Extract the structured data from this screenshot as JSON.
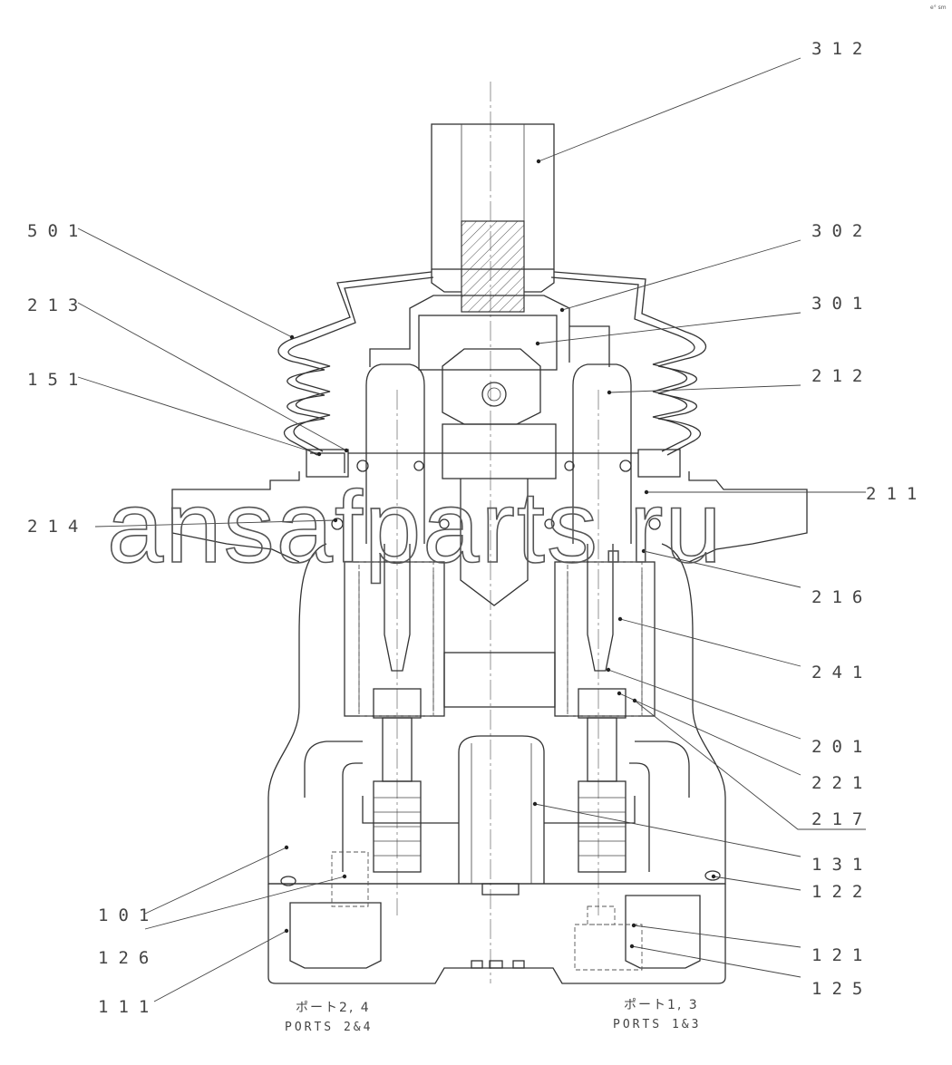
{
  "corner_mark": "e° sm",
  "watermark": "ansafparts.ru",
  "part_labels": {
    "p312": "312",
    "p302": "302",
    "p301": "301",
    "p212": "212",
    "p211": "211",
    "p216": "216",
    "p241": "241",
    "p201": "201",
    "p221": "221",
    "p217": "217",
    "p131": "131",
    "p122": "122",
    "p121": "121",
    "p125": "125",
    "p501": "501",
    "p213": "213",
    "p151": "151",
    "p214": "214",
    "p101": "101",
    "p126": "126",
    "p111": "111"
  },
  "ports": {
    "left_jp": "ポート2, 4",
    "left_en": "PORTS 2&4",
    "right_jp": "ポート1, 3",
    "right_en": "PORTS 1&3"
  }
}
